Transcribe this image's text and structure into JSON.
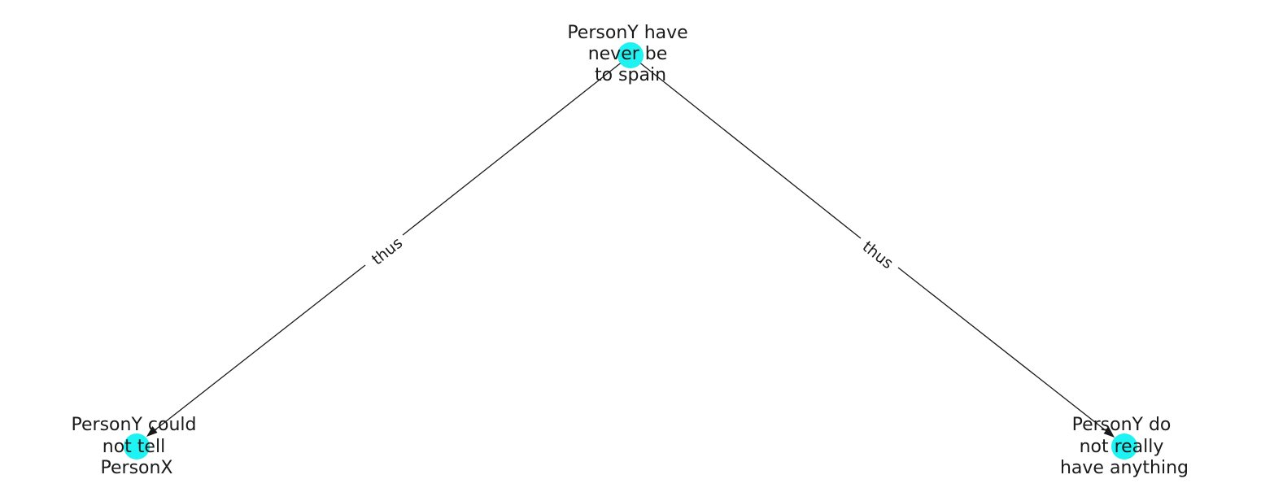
{
  "node_color": "#1ef2f2",
  "edge_color": "#1a1a1a",
  "nodes": {
    "top": {
      "lines": [
        "PersonY have",
        "never be",
        "to spain"
      ]
    },
    "left": {
      "lines": [
        "PersonY could",
        "not tell",
        "PersonX"
      ]
    },
    "right": {
      "lines": [
        "PersonY do",
        "not really",
        "have anything"
      ]
    }
  },
  "edges": [
    {
      "from": "top",
      "to": "left",
      "label": "thus"
    },
    {
      "from": "top",
      "to": "right",
      "label": "thus"
    }
  ]
}
